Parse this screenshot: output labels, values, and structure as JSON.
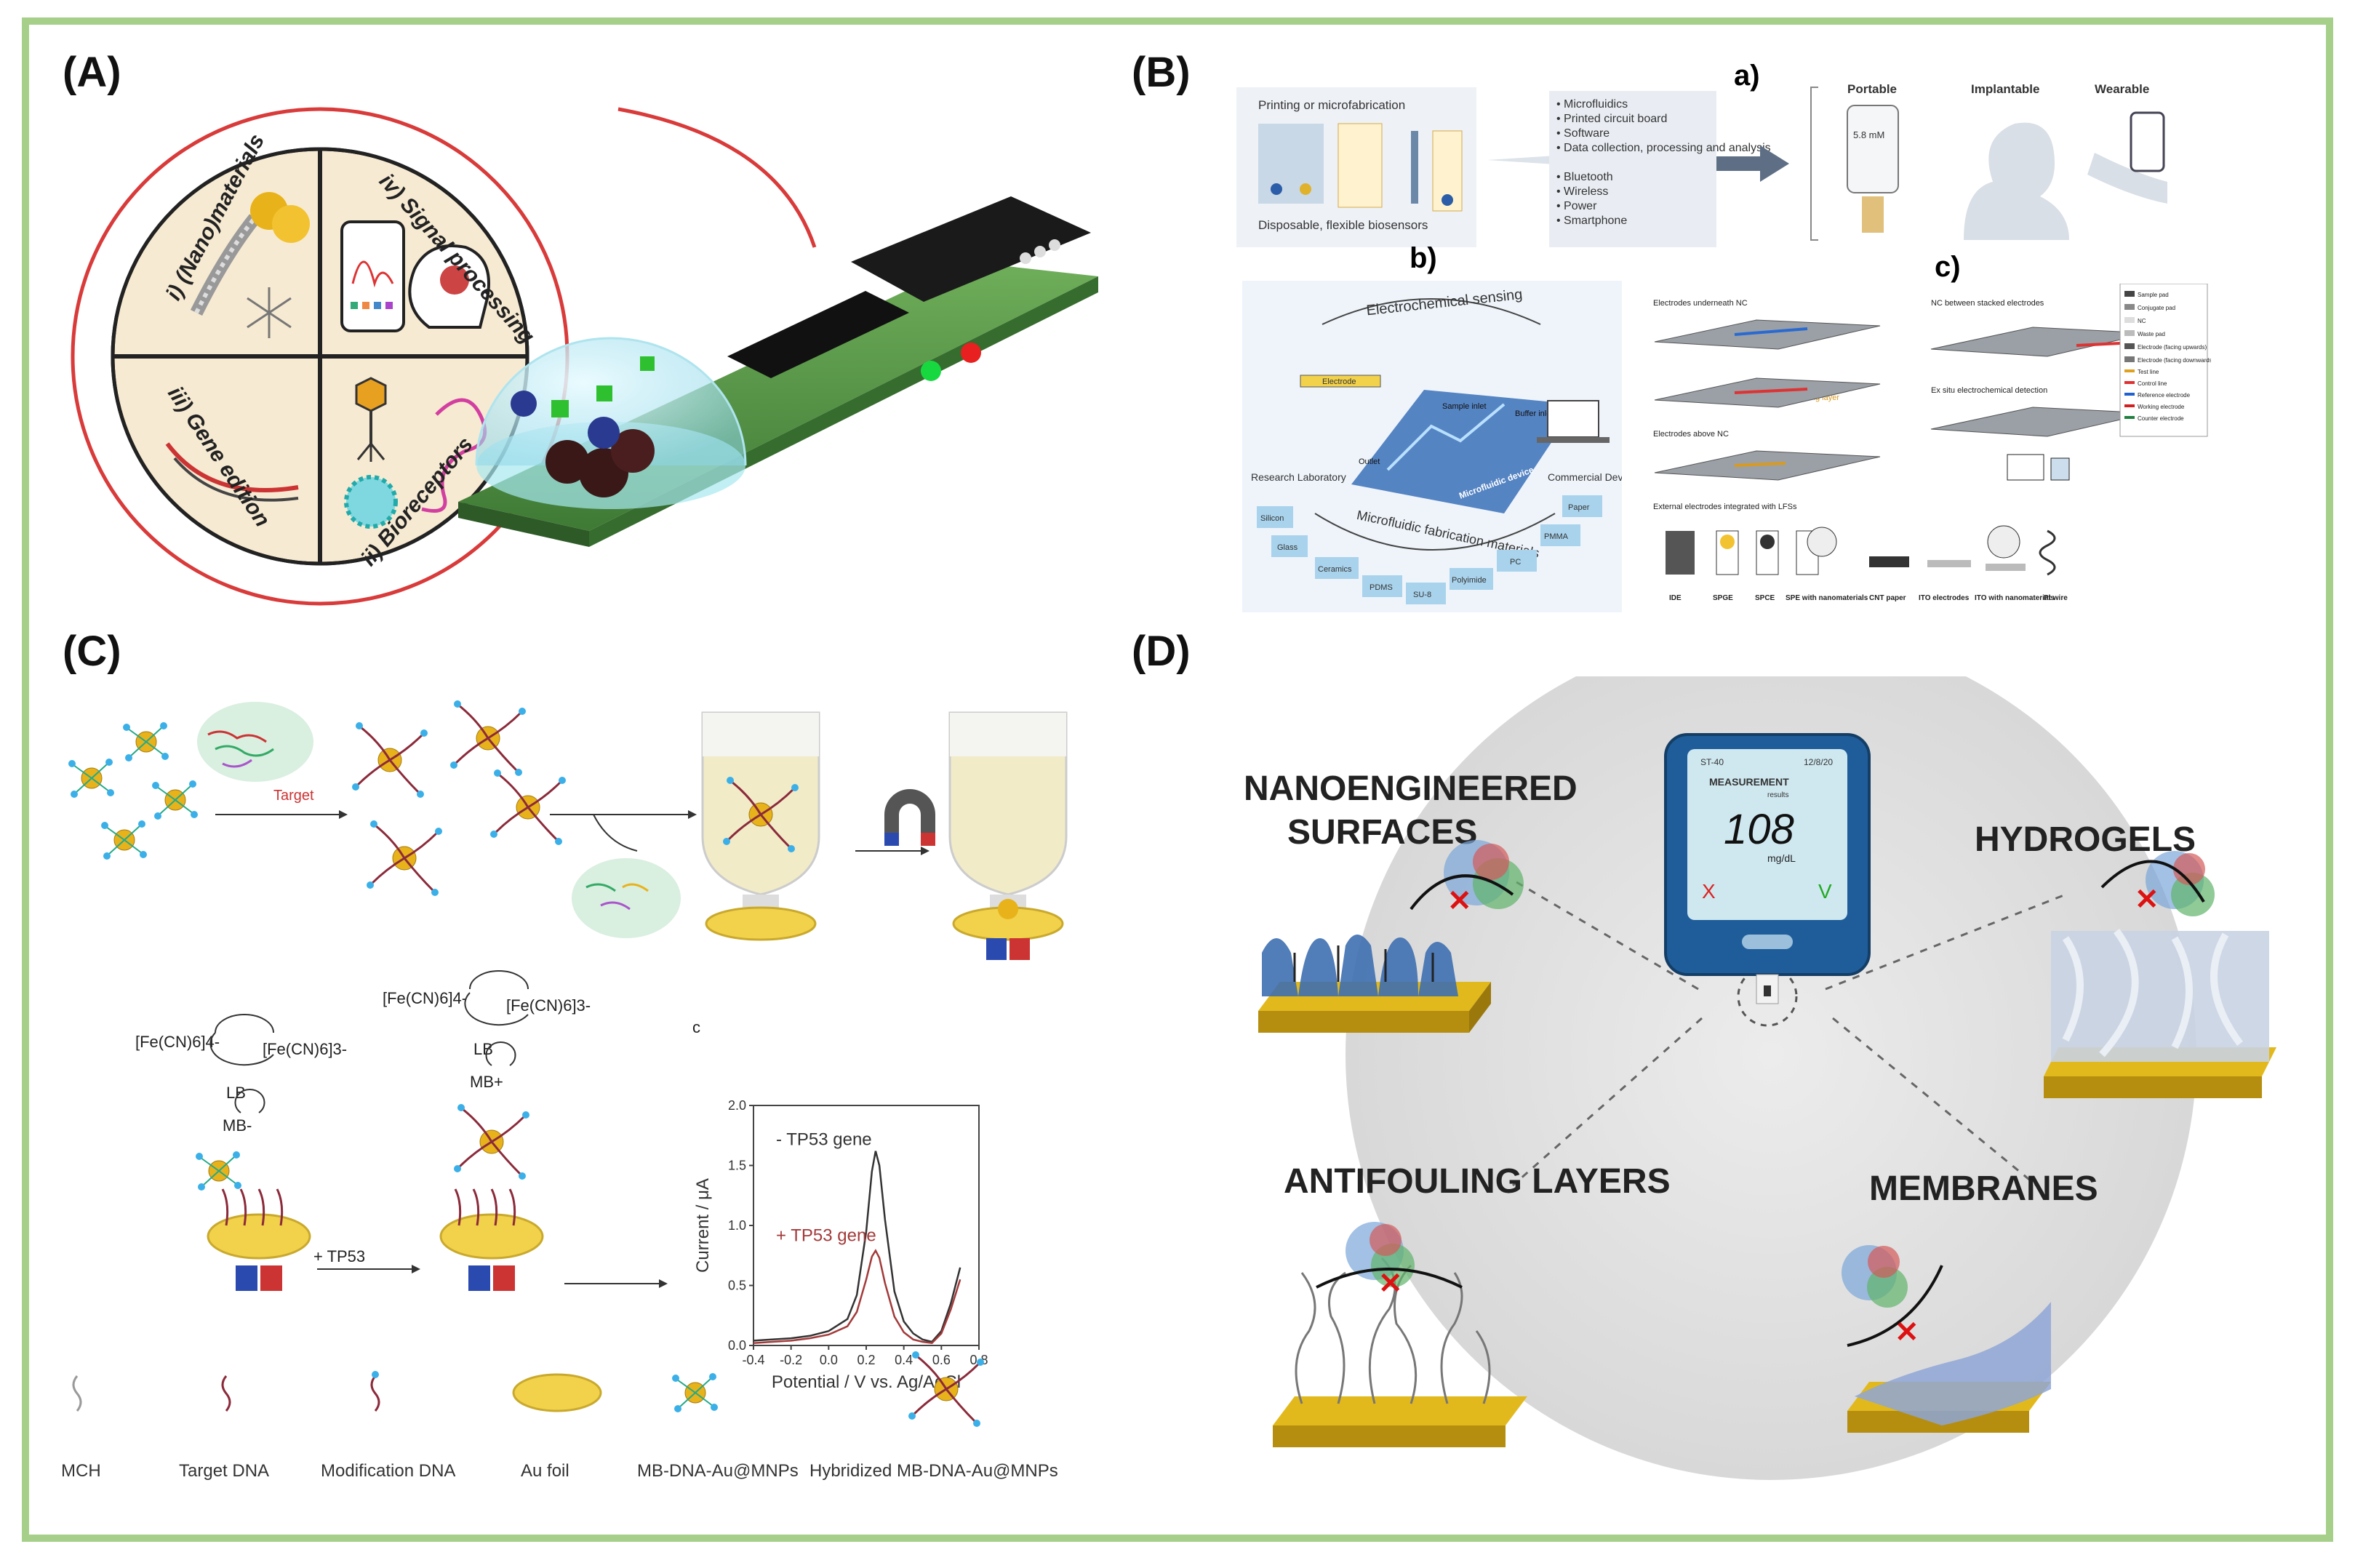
{
  "panels": {
    "a": {
      "label": "(A)",
      "wheel": {
        "q1": "i) (Nano)materials",
        "q2": "iv) Signal processing",
        "q3": "iii) Gene edition",
        "q4": "ii) Bioreceptors"
      }
    },
    "b": {
      "label": "(B)",
      "sub_a": "a)",
      "sub_b": "b)",
      "sub_c": "c)",
      "printing_title": "Printing or microfabrication",
      "disposable_caption": "Disposable, flexible biosensors",
      "feature_list": [
        "Microfluidics",
        "Printed circuit board",
        "Software",
        "Data collection, processing and analysis",
        "Bluetooth",
        "Wireless",
        "Power",
        "Smartphone"
      ],
      "device_labels": [
        "Portable",
        "Implantable",
        "Wearable"
      ],
      "device_reading": "5.8 mM",
      "b_panel": {
        "arc_top": "Electrochemical sensing",
        "arc_bottom": "Microfluidic fabrication materials",
        "left_label": "Research Laboratory",
        "right_label": "Commercial Devices",
        "electrode": "Electrode",
        "sample_inlet": "Sample inlet",
        "buffer_inlet": "Buffer inlet",
        "outlet": "Outlet",
        "device": "Microfluidic device",
        "materials": [
          "Silicon",
          "Glass",
          "Ceramics",
          "PDMS",
          "SU-8",
          "Polyimide",
          "PC",
          "PMMA",
          "Paper"
        ]
      },
      "c_panel": {
        "a": "Electrodes underneath NC",
        "b": "Electrodes above NC",
        "c": "NC between stacked electrodes",
        "d": "Ex situ electrochemical detection",
        "e": "External electrodes integrated with LFSs",
        "insulating": "Insulating layer",
        "legend": [
          "Sample pad",
          "Conjugate pad",
          "NC",
          "Waste pad",
          "Electrode (facing upwards)",
          "Electrode (facing downwards)",
          "Test line",
          "Control line",
          "Reference electrode",
          "Working electrode",
          "Counter electrode"
        ],
        "electrode_types": [
          "IDE",
          "SPGE",
          "SPCE",
          "SPE with nanomaterials",
          "CNT paper",
          "ITO electrodes",
          "ITO with nanomaterials",
          "Pt wire"
        ]
      }
    },
    "c": {
      "label": "(C)",
      "target": "Target",
      "fe_left_1": "[Fe(CN)6]4-",
      "fe_left_2": "[Fe(CN)6]3-",
      "fe_right_1": "[Fe(CN)6]4-",
      "fe_right_2": "[Fe(CN)6]3-",
      "lb": "LB",
      "mb_minus": "MB-",
      "mb_plus": "MB+",
      "arrow_label": "+ TP53",
      "legend": [
        "MCH",
        "Target DNA",
        "Modification DNA",
        "Au foil",
        "MB-DNA-Au@MNPs",
        "Hybridized MB-DNA-Au@MNPs"
      ]
    },
    "d": {
      "label": "(D)",
      "nano": [
        "NANOENGINEERED",
        "SURFACES"
      ],
      "hydrogels": "HYDROGELS",
      "antifouling": "ANTIFOULING LAYERS",
      "membranes": "MEMBRANES",
      "meter_model": "ST-40",
      "meter_date": "12/8/20",
      "meter_title": "MEASUREMENT",
      "meter_sub": "results",
      "meter_value": "108",
      "meter_unit": "mg/dL",
      "meter_x": "X",
      "meter_v": "V"
    }
  },
  "chart_data": {
    "type": "line",
    "panel_letter": "c",
    "xlabel": "Potential / V vs. Ag/AgCl",
    "ylabel": "Current / μA",
    "xlim": [
      -0.4,
      0.8
    ],
    "ylim": [
      0.0,
      2.0
    ],
    "x_ticks": [
      "-0.4",
      "-0.2",
      "0.0",
      "0.2",
      "0.4",
      "0.6",
      "0.8"
    ],
    "y_ticks": [
      "0.0",
      "0.5",
      "1.0",
      "1.5",
      "2.0"
    ],
    "series": [
      {
        "name": "- TP53 gene",
        "color": "#333333",
        "x": [
          -0.4,
          -0.3,
          -0.2,
          -0.1,
          0.0,
          0.1,
          0.15,
          0.2,
          0.23,
          0.25,
          0.27,
          0.3,
          0.35,
          0.4,
          0.45,
          0.5,
          0.55,
          0.6,
          0.65,
          0.7
        ],
        "y": [
          0.04,
          0.05,
          0.06,
          0.08,
          0.12,
          0.22,
          0.42,
          0.95,
          1.45,
          1.62,
          1.5,
          1.05,
          0.45,
          0.2,
          0.1,
          0.05,
          0.03,
          0.12,
          0.35,
          0.65
        ]
      },
      {
        "name": "+ TP53 gene",
        "color": "#a33a3a",
        "x": [
          -0.4,
          -0.3,
          -0.2,
          -0.1,
          0.0,
          0.1,
          0.15,
          0.2,
          0.23,
          0.25,
          0.27,
          0.3,
          0.35,
          0.4,
          0.45,
          0.5,
          0.55,
          0.6,
          0.65,
          0.7
        ],
        "y": [
          0.02,
          0.03,
          0.04,
          0.06,
          0.09,
          0.16,
          0.28,
          0.55,
          0.74,
          0.79,
          0.73,
          0.52,
          0.24,
          0.11,
          0.05,
          0.03,
          0.02,
          0.1,
          0.3,
          0.55
        ]
      }
    ]
  }
}
